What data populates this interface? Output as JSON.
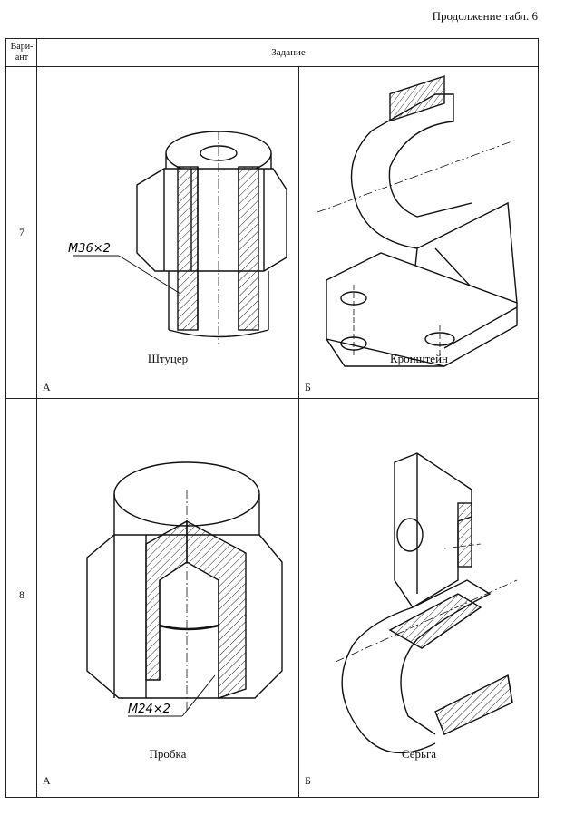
{
  "caption": "Продолжение табл. 6",
  "header": {
    "variant": "Вари-\nант",
    "task": "Задание"
  },
  "rows": [
    {
      "number": "7",
      "cells": [
        {
          "letter": "А",
          "name": "Штуцер",
          "thread": "M36×2",
          "icon": "fitting-drawing"
        },
        {
          "letter": "Б",
          "name": "Кронштейн",
          "icon": "bracket-drawing"
        }
      ]
    },
    {
      "number": "8",
      "cells": [
        {
          "letter": "А",
          "name": "Пробка",
          "thread": "M24×2",
          "icon": "plug-drawing"
        },
        {
          "letter": "Б",
          "name": "Серьга",
          "icon": "shackle-drawing"
        }
      ]
    }
  ]
}
